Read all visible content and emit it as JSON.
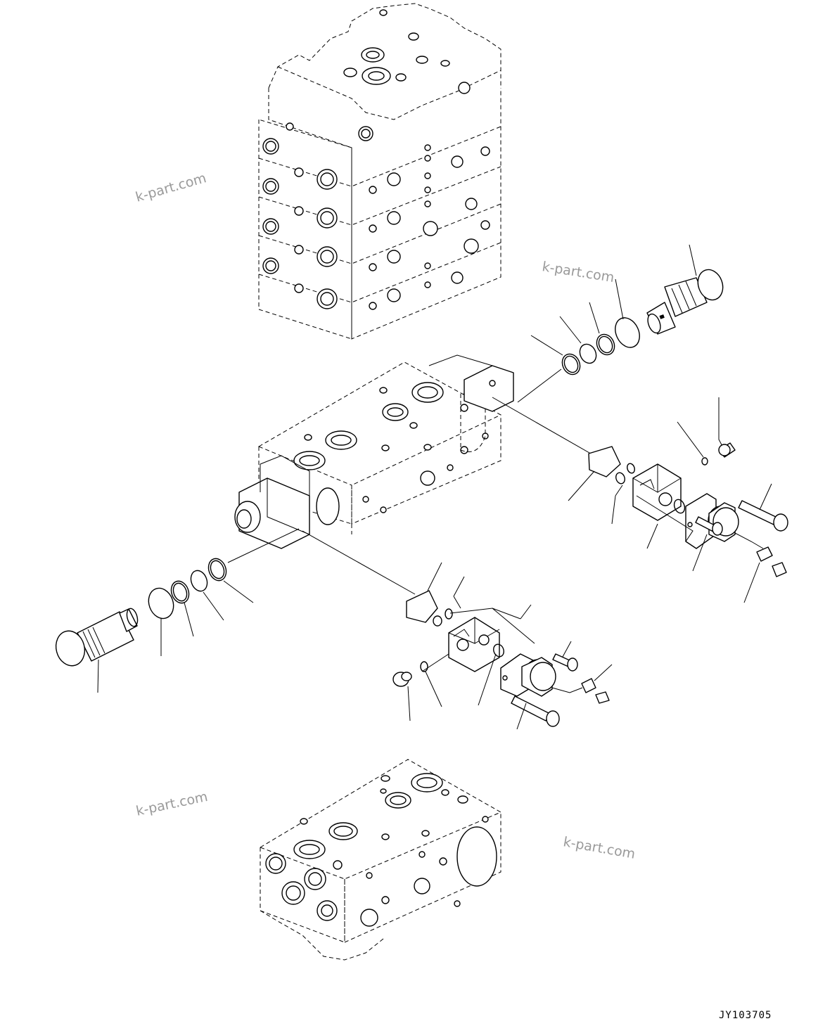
{
  "watermarks": [
    "k-part.com",
    "k-part.com",
    "k-part.com",
    "k-part.com"
  ],
  "drawing_code": "JY103705"
}
